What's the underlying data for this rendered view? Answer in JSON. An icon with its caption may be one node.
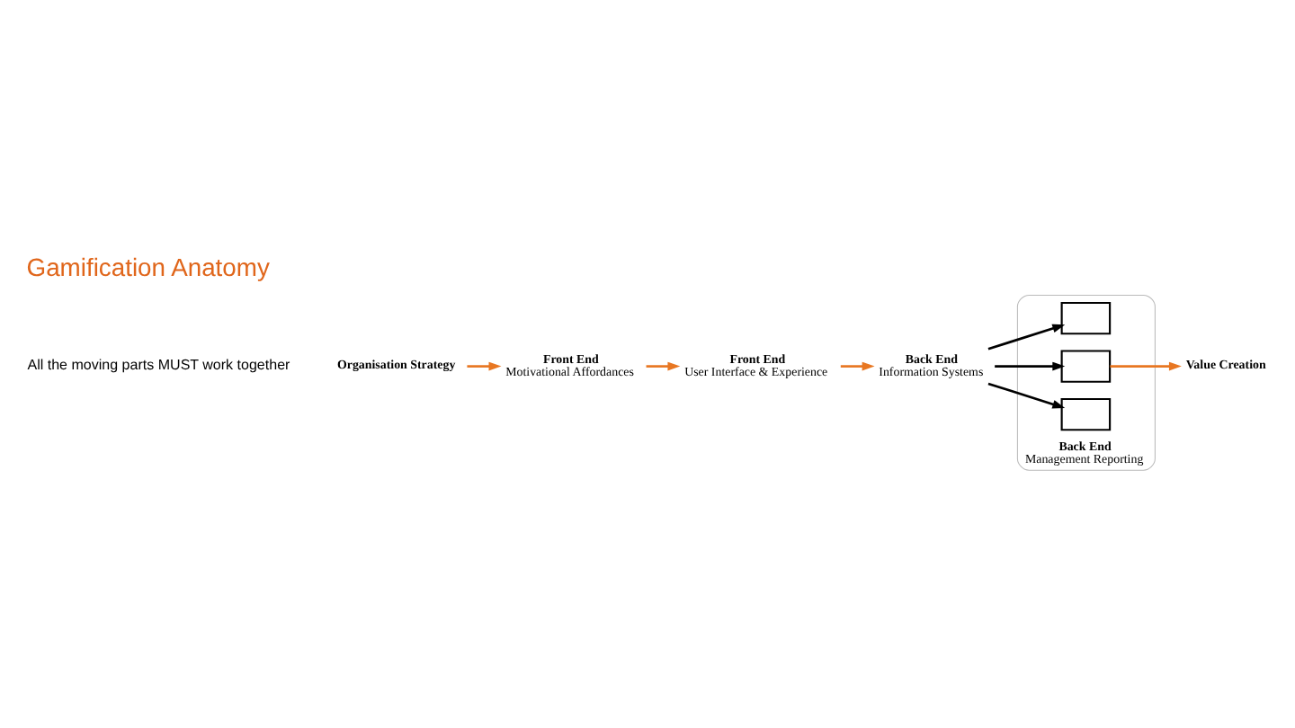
{
  "diagram": {
    "title": "Gamification Anatomy",
    "nodes": [
      {
        "text": [
          "Organisation Strategy"
        ]
      },
      {
        "text": [
          "Front End",
          "Motivational Affordances"
        ]
      },
      {
        "text": [
          "Front End",
          "User Interface & Experience"
        ]
      },
      {
        "text": [
          "Back End",
          "Information Systems"
        ]
      },
      {
        "text": [
          "Back End",
          "Management Reporting"
        ]
      },
      {
        "text": [],
        "shape": "box",
        "in": 4
      },
      {
        "text": [],
        "shape": "box",
        "in": 4
      },
      {
        "text": [],
        "shape": "box",
        "in": 4
      },
      {
        "text": [
          "Value Creation"
        ]
      }
    ],
    "edges": [
      {
        "from": 0,
        "to": 1,
        "arrow": "to"
      },
      {
        "from": 1,
        "to": 2,
        "arrow": "to"
      },
      {
        "from": 2,
        "to": 3,
        "arrow": "to"
      },
      {
        "from": 3,
        "to": 5,
        "arrow": "to",
        "color": "#000000"
      },
      {
        "from": 3,
        "to": 6,
        "arrow": "to",
        "color": "#000000"
      },
      {
        "from": 3,
        "to": 7,
        "arrow": "to",
        "color": "#000000"
      },
      {
        "from": 6,
        "to": 8,
        "arrow": "to"
      }
    ],
    "labels": [
      "All the moving parts MUST work together"
    ]
  }
}
